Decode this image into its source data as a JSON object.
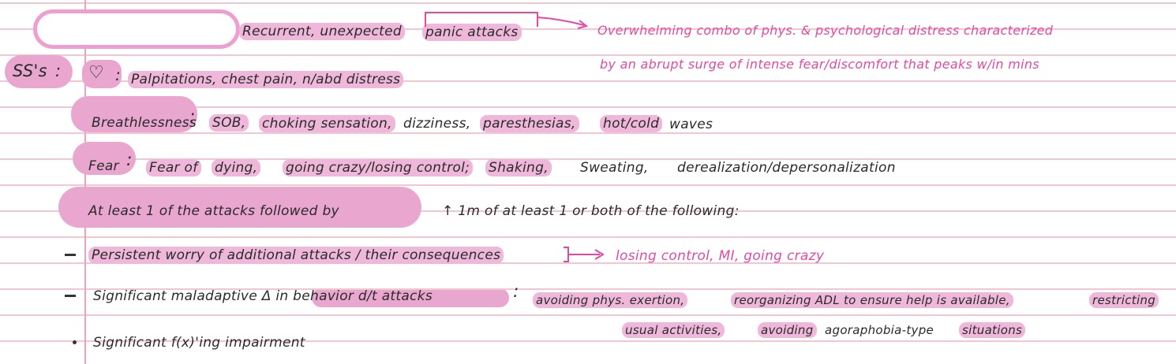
{
  "colors": {
    "highlight": "#efb8da",
    "accent": "#e449a2",
    "rule": "#f3c6d2",
    "margin": "#f0a3b8",
    "ink": "#2a2a2a"
  },
  "line1": {
    "term_a": "Recurrent, unexpected",
    "term_b": "panic attacks",
    "definition_1": "Overwhelming combo of phys. & psychological distress characterized",
    "definition_2": "by an abrupt surge of intense fear/discomfort that peaks w/in mins"
  },
  "ss": {
    "label": "SS's",
    "colon": ":",
    "heart_icon": "heart-icon",
    "heart_colon": ":",
    "cardiac_items": "Palpitations, chest pain, n/abd distress",
    "breath_label": "Breathlessness",
    "breath_colon": ":",
    "breath_items": [
      "SOB,",
      "choking sensation,",
      "dizziness,",
      "paresthesias,",
      "hot/cold",
      "waves"
    ],
    "fear_label": "Fear",
    "fear_colon": ":",
    "fear_items": [
      "Fear of",
      "dying,",
      "going crazy/losing control;",
      "Shaking,",
      "Sweating,",
      "derealization/depersonalization"
    ]
  },
  "criteria": {
    "bullet1": "At least 1 of the attacks followed by",
    "bullet1_tail": "↑ 1m of at least 1 or both of the following:",
    "dash1": "Persistent worry of additional attacks / their consequences",
    "dash1_examples": "losing control, MI, going crazy",
    "dash2": "Significant maladaptive Δ in behavior d/t attacks",
    "dash2_colon": ":",
    "dash2_ex_1": "avoiding phys. exertion,",
    "dash2_ex_2": "reorganizing ADL to ensure help is available,",
    "dash2_ex_3": "restricting",
    "dash2_ex_4": "usual activities,",
    "dash2_ex_5": "avoiding",
    "dash2_ex_6": "agoraphobia-type",
    "dash2_ex_7": "situations",
    "bullet2": "Significant f(x)'ing impairment"
  }
}
